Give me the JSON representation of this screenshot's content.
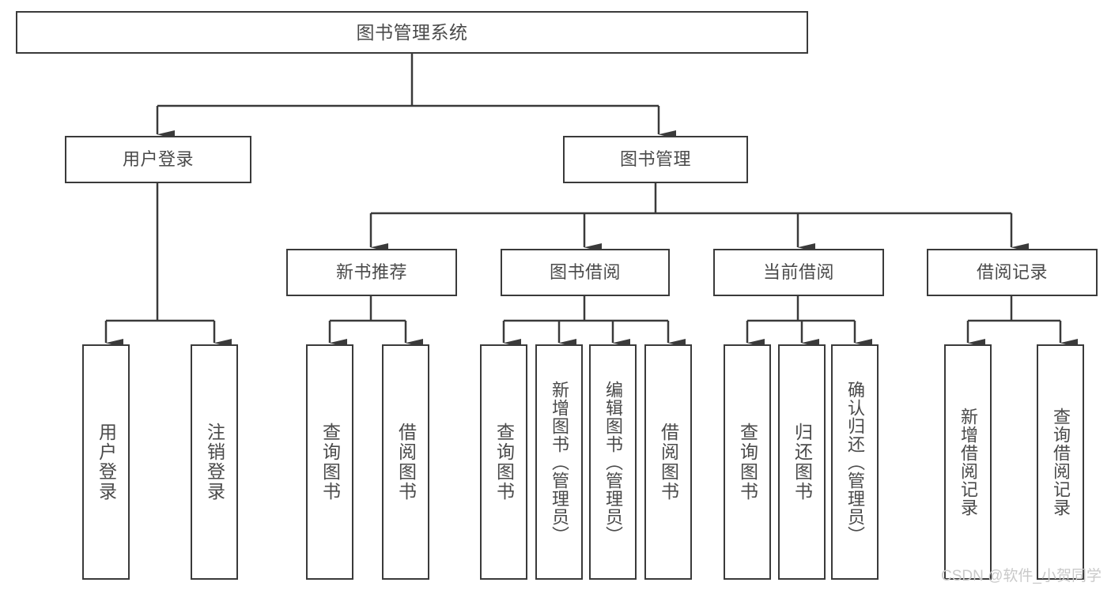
{
  "diagram": {
    "title": "图书管理系统",
    "type": "功能结构图",
    "theme": {
      "background": "#ffffff",
      "box_border": "#3a3a3a",
      "box_fill": "#ffffff",
      "text": "#4a4a4a",
      "edge": "#3a3a3a",
      "watermark": "#c9c9c9"
    },
    "nodes": {
      "root": {
        "label": "图书管理系统"
      },
      "level1": [
        {
          "id": "user-login",
          "label": "用户登录"
        },
        {
          "id": "book-manage",
          "label": "图书管理"
        }
      ],
      "level2": [
        {
          "id": "new-book-rec",
          "label": "新书推荐"
        },
        {
          "id": "book-borrow",
          "label": "图书借阅"
        },
        {
          "id": "current-borrow",
          "label": "当前借阅"
        },
        {
          "id": "borrow-record",
          "label": "借阅记录"
        }
      ],
      "leaves": {
        "user-login": [
          {
            "id": "leaf-user-login",
            "label": "用户登录"
          },
          {
            "id": "leaf-user-logout",
            "label": "注销登录"
          }
        ],
        "new-book-rec": [
          {
            "id": "leaf-query-book-1",
            "label": "查询图书"
          },
          {
            "id": "leaf-borrow-book-1",
            "label": "借阅图书"
          }
        ],
        "book-borrow": [
          {
            "id": "leaf-query-book-2",
            "label": "查询图书"
          },
          {
            "id": "leaf-add-book",
            "label": "新增图书（管理员）"
          },
          {
            "id": "leaf-edit-book",
            "label": "编辑图书（管理员）"
          },
          {
            "id": "leaf-borrow-book-2",
            "label": "借阅图书"
          }
        ],
        "current-borrow": [
          {
            "id": "leaf-query-book-3",
            "label": "查询图书"
          },
          {
            "id": "leaf-return-book",
            "label": "归还图书"
          },
          {
            "id": "leaf-confirm-return",
            "label": "确认归还（管理员）"
          }
        ],
        "borrow-record": [
          {
            "id": "leaf-add-record",
            "label": "新增借阅记录"
          },
          {
            "id": "leaf-query-record",
            "label": "查询借阅记录"
          }
        ]
      }
    },
    "watermark": "CSDN @软件_小贺同学"
  }
}
